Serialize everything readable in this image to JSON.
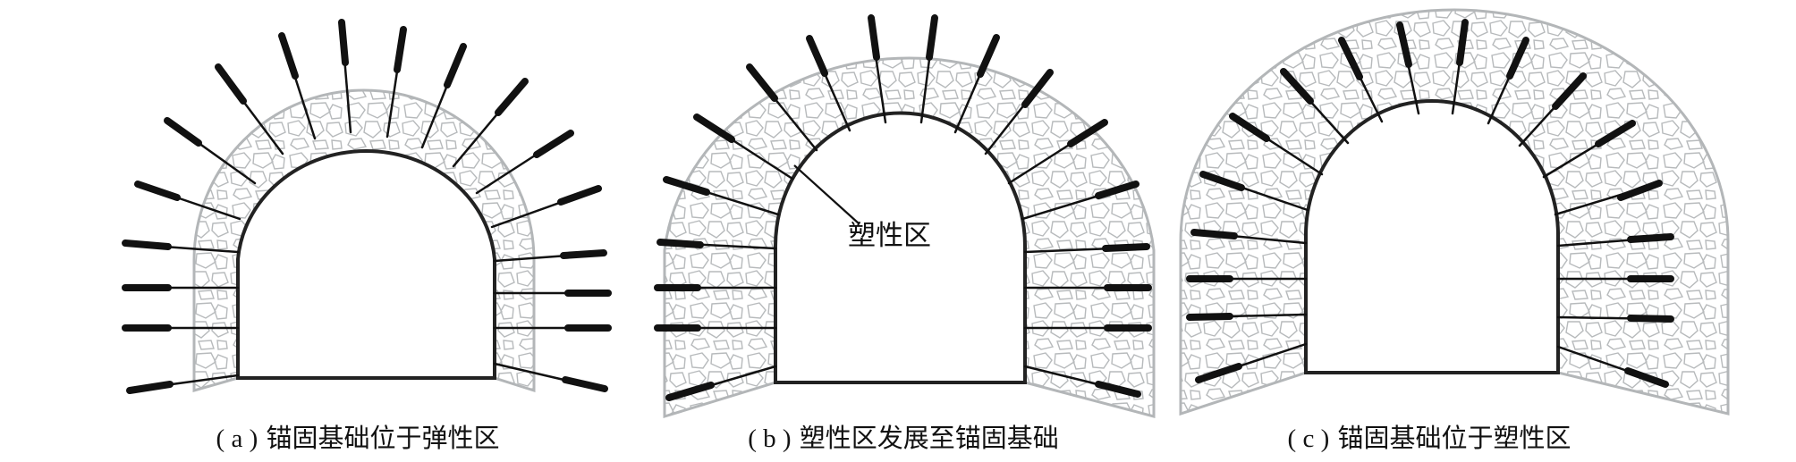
{
  "panels": [
    {
      "caption": {
        "prefix": "(",
        "letter": " a ",
        "suffix": ")",
        "text": "锚固基础位于弹性区"
      },
      "plastic_zone": "small"
    },
    {
      "caption": {
        "prefix": "(",
        "letter": " b ",
        "suffix": ")",
        "text": "塑性区发展至锚固基础"
      },
      "plastic_zone": "medium",
      "annotation": "塑性区"
    },
    {
      "caption": {
        "prefix": "(",
        "letter": " c ",
        "suffix": ")",
        "text": "锚固基础位于塑性区"
      },
      "plastic_zone": "large"
    }
  ],
  "colors": {
    "zone_outline": "#b3b6b8",
    "rock_texture": "#b7babc",
    "lining": "#222222",
    "bolt": "#111111"
  }
}
